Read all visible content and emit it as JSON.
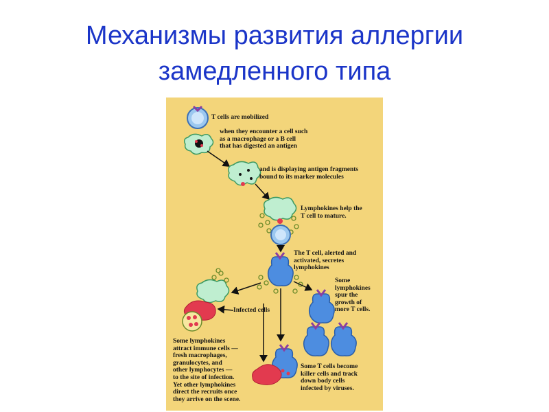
{
  "slide": {
    "title_line1": "Механизмы развития аллергии",
    "title_line2": "замедленного типа"
  },
  "diagram": {
    "labels": {
      "t_cells_mobilized": "T cells are mobilized",
      "encounter_cell": "when they encounter a cell such\nas a macrophage or a B cell\nthat has digested an antigen",
      "displaying_fragments": "and is displaying antigen fragments\nbound to its marker molecules",
      "lymphokines_help": "Lymphokines help the\nT cell to mature.",
      "t_cell_alerted": "The T cell, alerted and\nactivated, secretes\nlymphokines",
      "some_lymphokines_spur": "Some\nlymphokines\nspur the\ngrowth of\nmore T cells.",
      "infected_cells": "Infected cells",
      "attract_immune": "Some lymphokines\nattract immune cells —\nfresh macrophages,\ngranulocytes, and\nother lymphocytes —\nto the site of infection.\nYet other lymphokines\ndirect the recruits once\nthey arrive on the scene.",
      "killer_cells": "Some T cells become\nkiller cells and track\ndown body cells\ninfected by viruses."
    },
    "colors": {
      "background": "#f3d57a",
      "t_cell_blue": "#4d8de0",
      "macrophage_green": "#bfeed0",
      "infected_red": "#e23a4f",
      "receptor_purple": "#8a3fa2",
      "arrow_black": "#111111"
    }
  }
}
